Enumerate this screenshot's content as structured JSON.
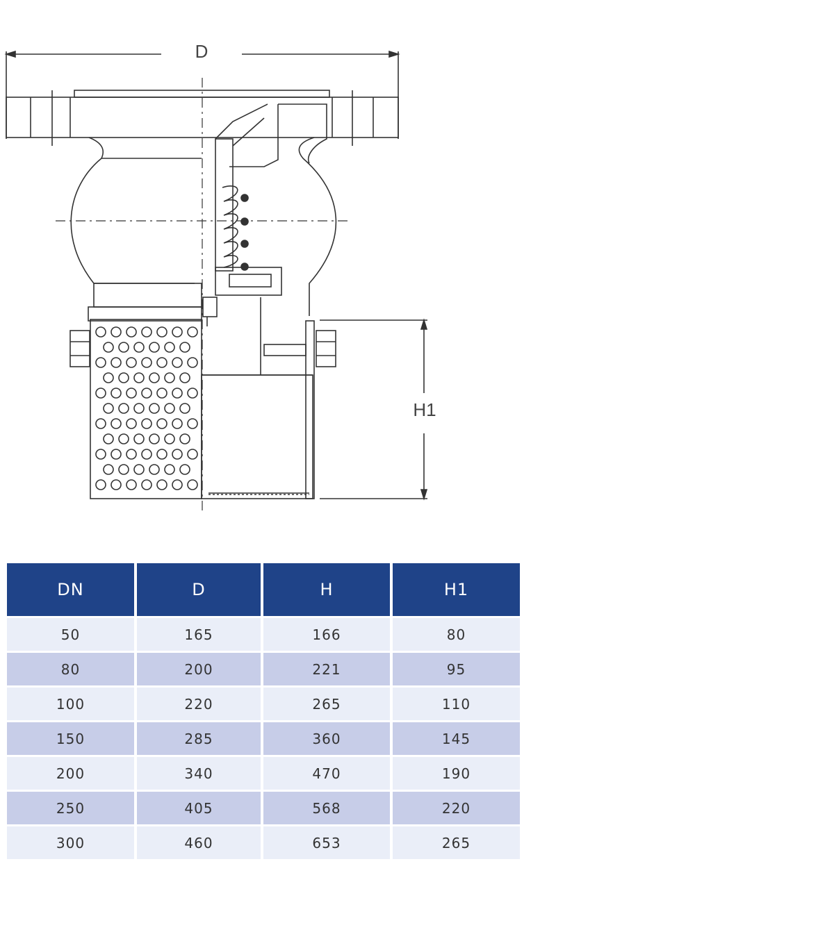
{
  "drawing": {
    "dimension_d": "D",
    "dimension_h1": "H1"
  },
  "table": {
    "headers": [
      "DN",
      "D",
      "H",
      "H1"
    ],
    "rows": [
      [
        "50",
        "165",
        "166",
        "80"
      ],
      [
        "80",
        "200",
        "221",
        "95"
      ],
      [
        "100",
        "220",
        "265",
        "110"
      ],
      [
        "150",
        "285",
        "360",
        "145"
      ],
      [
        "200",
        "340",
        "470",
        "190"
      ],
      [
        "250",
        "405",
        "568",
        "220"
      ],
      [
        "300",
        "460",
        "653",
        "265"
      ]
    ]
  },
  "colors": {
    "header_bg": "#1f4388",
    "row_light": "#eaeef8",
    "row_dark": "#c7cde8",
    "line": "#333333"
  }
}
